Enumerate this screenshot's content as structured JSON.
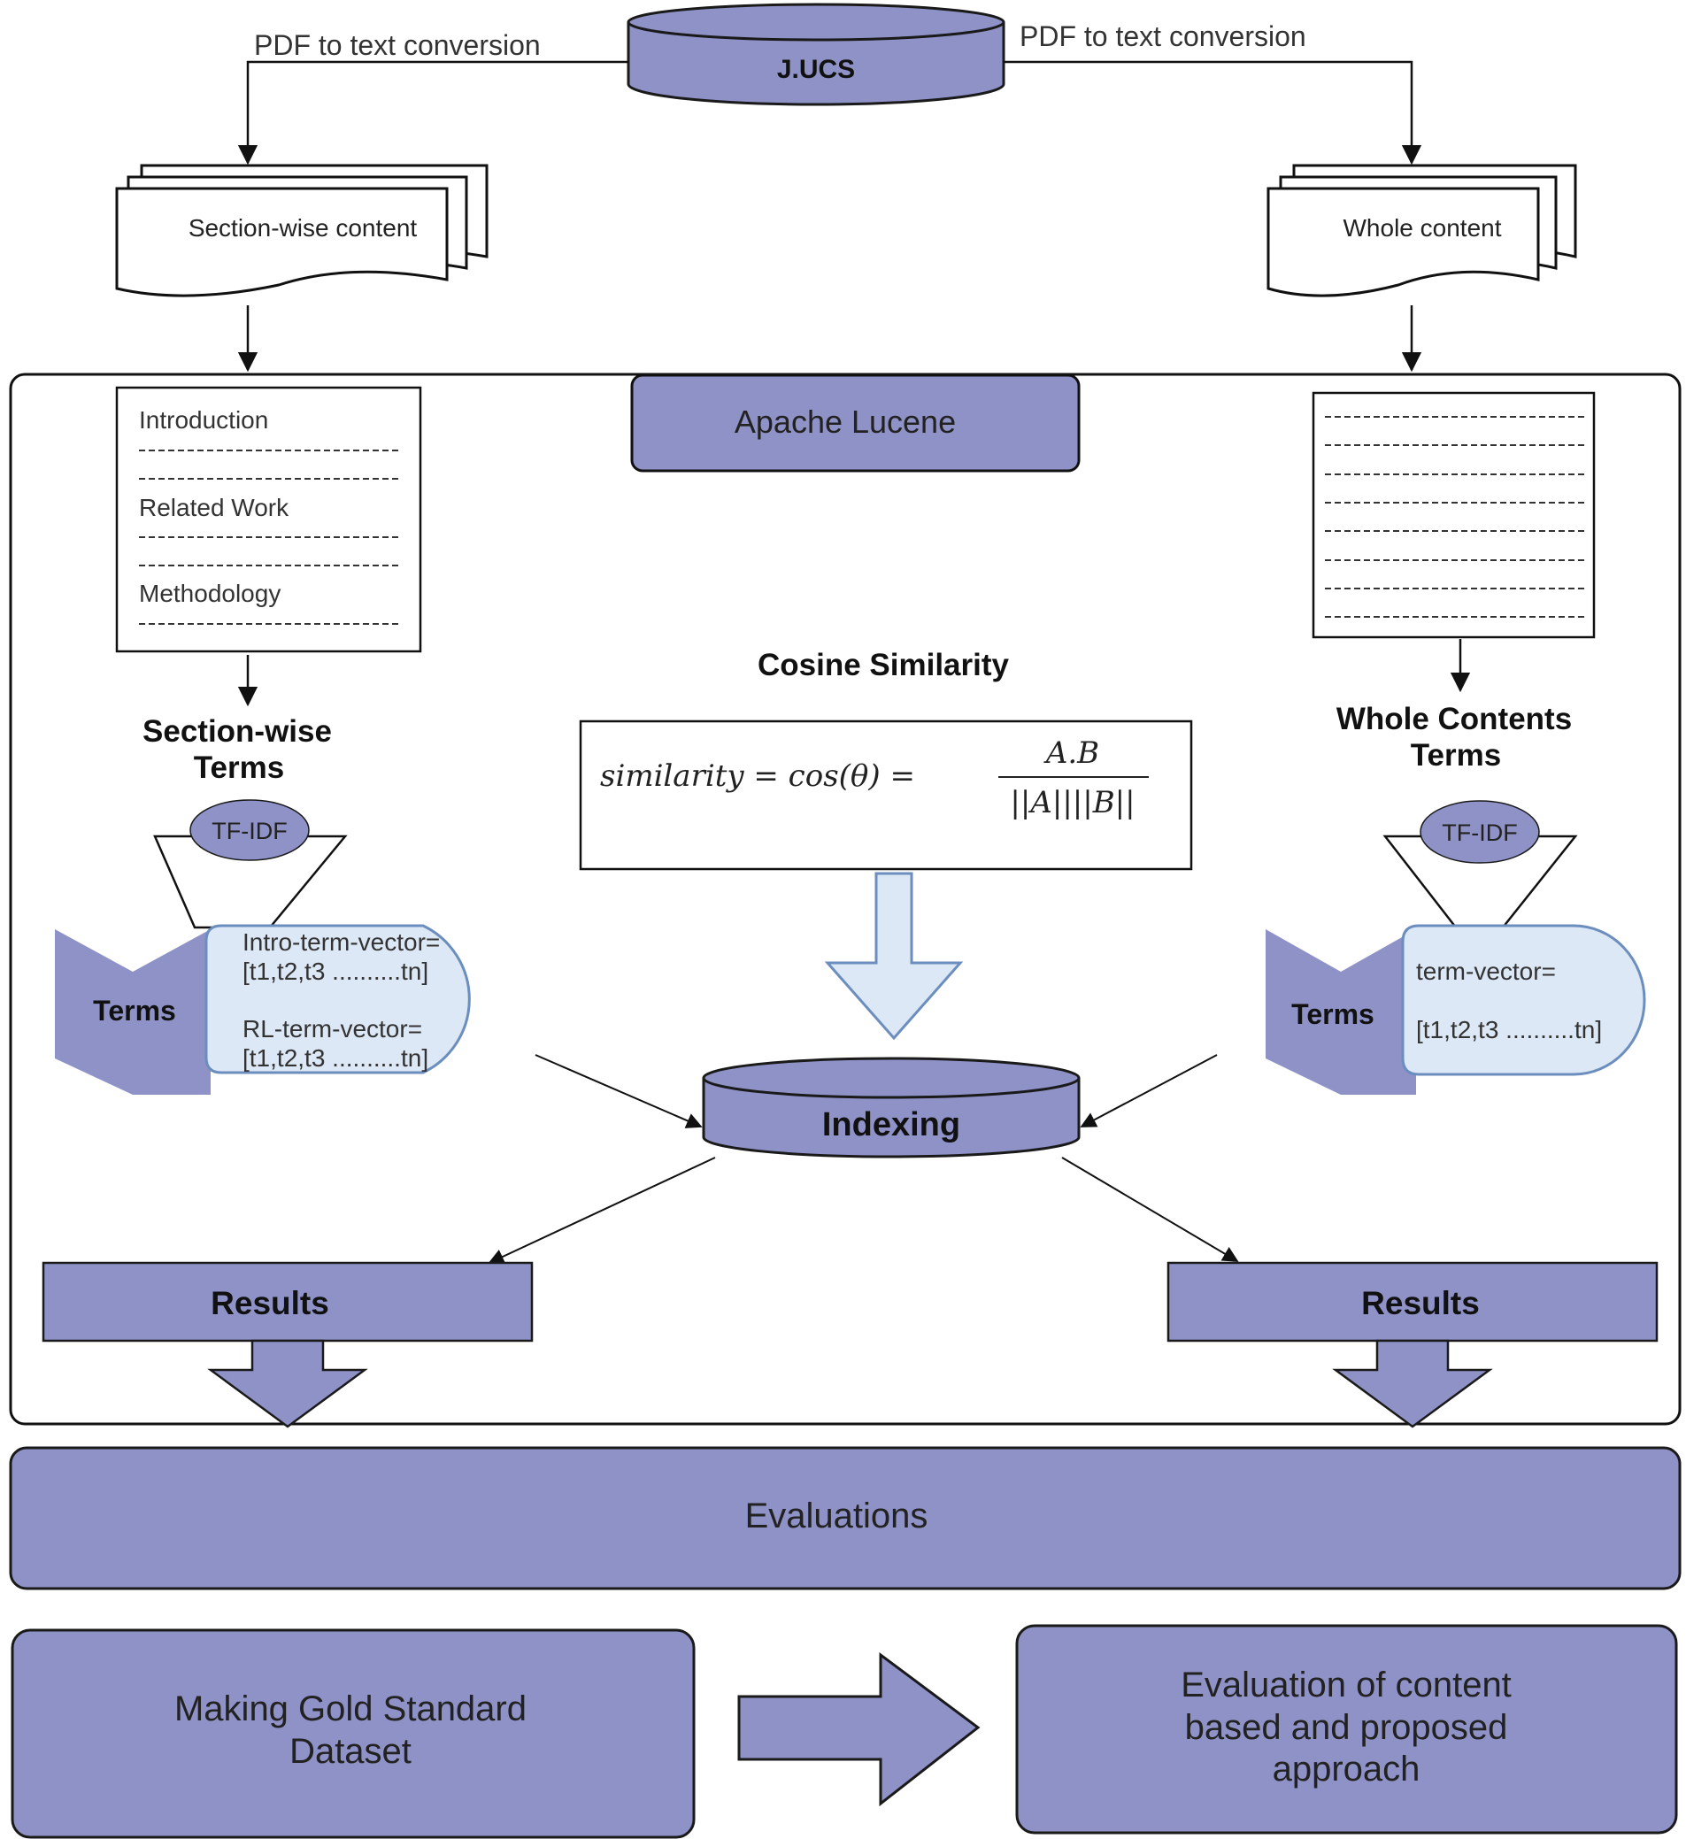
{
  "top": {
    "database_label": "J.UCS",
    "left_edge_label": "PDF to text conversion",
    "right_edge_label": "PDF to text conversion"
  },
  "left_branch": {
    "document_label": "Section-wise content",
    "sections": [
      "Introduction",
      "Related Work",
      "Methodology"
    ],
    "terms_title_line1": "Section-wise",
    "terms_title_line2": "Terms",
    "filter_label": "TF-IDF",
    "terms_label": "Terms",
    "vector_lines": [
      "Intro-term-vector=",
      "[t1,t2,t3 ..........tn]",
      "RL-term-vector=",
      "[t1,t2,t3 ..........tn]"
    ],
    "results_label": "Results"
  },
  "right_branch": {
    "document_label": "Whole content",
    "terms_title_line1": "Whole Contents",
    "terms_title_line2": "Terms",
    "filter_label": "TF-IDF",
    "terms_label": "Terms",
    "vector_lines": [
      "term-vector=",
      "[t1,t2,t3 ..........tn]"
    ],
    "results_label": "Results"
  },
  "center": {
    "engine_label": "Apache Lucene",
    "similarity_title": "Cosine Similarity",
    "formula": {
      "lhs": "similarity = cos(θ) =",
      "numerator": "A.B",
      "denominator": "||A||||B||"
    },
    "indexing_label": "Indexing"
  },
  "bottom": {
    "evaluations_label": "Evaluations",
    "gold_line1": "Making Gold Standard",
    "gold_line2": "Dataset",
    "eval_line1": "Evaluation of content",
    "eval_line2": "based and proposed",
    "eval_line3": "approach"
  },
  "colors": {
    "fill": "#8e92c7",
    "light_fill": "#dce8f5",
    "light_stroke": "#6c8ebf",
    "stroke": "#1a1a1a"
  }
}
